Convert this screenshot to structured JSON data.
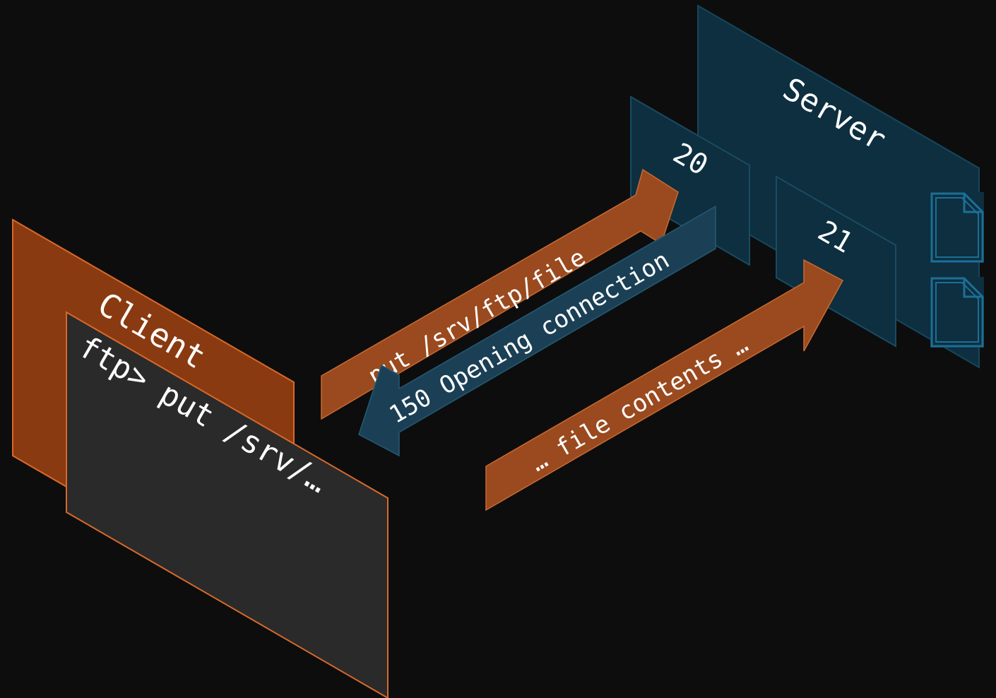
{
  "client": {
    "label": "Client",
    "terminal_prompt": "ftp> put /srv/…"
  },
  "server": {
    "label": "Server",
    "data_port": "20",
    "control_port": "21",
    "files": [
      "file-icon",
      "file-icon"
    ]
  },
  "messages": {
    "command": "put /srv/ftp/file",
    "reply": "150 Opening connection",
    "data": "… file contents …"
  },
  "colors": {
    "background": "#0d0d0d",
    "client_orange": "#8a3a10",
    "client_edge": "#d8692a",
    "arrow_orange": "#9a4a1e",
    "server_teal": "#0d2f40",
    "server_edge": "#1a4b62",
    "reply_teal": "#1b4055",
    "terminal_gray": "#2a2a2a",
    "file_blue": "#1c6f96",
    "text": "#ffffff"
  }
}
